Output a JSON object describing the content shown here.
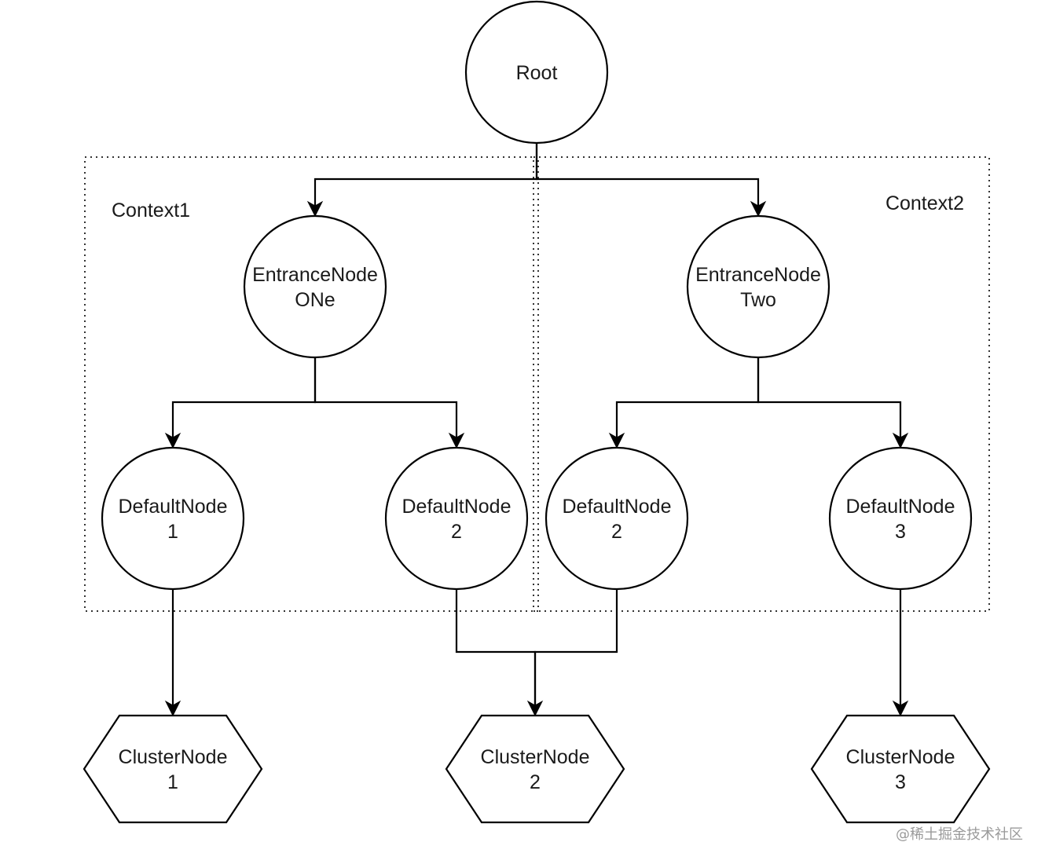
{
  "contexts": [
    {
      "id": "context1",
      "label": "Context1"
    },
    {
      "id": "context2",
      "label": "Context2"
    }
  ],
  "nodes": [
    {
      "id": "root",
      "shape": "circle",
      "lines": [
        "Root"
      ]
    },
    {
      "id": "entrance_one",
      "shape": "circle",
      "lines": [
        "EntranceNode",
        "ONe"
      ]
    },
    {
      "id": "entrance_two",
      "shape": "circle",
      "lines": [
        "EntranceNode",
        "Two"
      ]
    },
    {
      "id": "default_1",
      "shape": "circle",
      "lines": [
        "DefaultNode",
        "1"
      ]
    },
    {
      "id": "default_2_ctx1",
      "shape": "circle",
      "lines": [
        "DefaultNode",
        "2"
      ]
    },
    {
      "id": "default_2_ctx2",
      "shape": "circle",
      "lines": [
        "DefaultNode",
        "2"
      ]
    },
    {
      "id": "default_3",
      "shape": "circle",
      "lines": [
        "DefaultNode",
        "3"
      ]
    },
    {
      "id": "cluster_1",
      "shape": "hexagon",
      "lines": [
        "ClusterNode",
        "1"
      ]
    },
    {
      "id": "cluster_2",
      "shape": "hexagon",
      "lines": [
        "ClusterNode",
        "2"
      ]
    },
    {
      "id": "cluster_3",
      "shape": "hexagon",
      "lines": [
        "ClusterNode",
        "3"
      ]
    }
  ],
  "edges": [
    {
      "from": "root",
      "to": "entrance_one"
    },
    {
      "from": "root",
      "to": "entrance_two"
    },
    {
      "from": "entrance_one",
      "to": "default_1"
    },
    {
      "from": "entrance_one",
      "to": "default_2_ctx1"
    },
    {
      "from": "entrance_two",
      "to": "default_2_ctx2"
    },
    {
      "from": "entrance_two",
      "to": "default_3"
    },
    {
      "from": "default_1",
      "to": "cluster_1"
    },
    {
      "from": "default_2_ctx1",
      "to": "cluster_2"
    },
    {
      "from": "default_2_ctx2",
      "to": "cluster_2"
    },
    {
      "from": "default_3",
      "to": "cluster_3"
    }
  ],
  "watermark": "@稀土掘金技术社区"
}
